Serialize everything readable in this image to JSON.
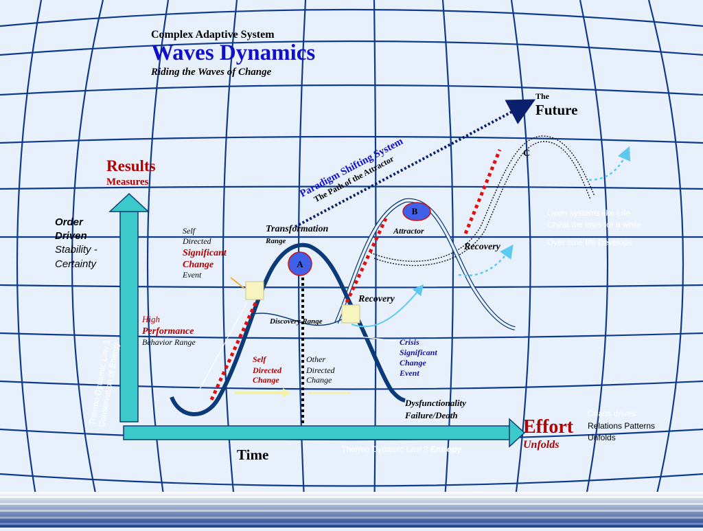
{
  "title": {
    "line1": "Complex Adaptive System",
    "line2": "Waves Dynamics",
    "line3": "Riding the Waves of Change"
  },
  "future": {
    "the": "The",
    "future": "Future"
  },
  "paradigm": {
    "main": "Paradigm Shifting System",
    "sub": "The Path of the Attractor"
  },
  "results": {
    "main": "Results",
    "sub": "Measures"
  },
  "order": {
    "line1": "Order",
    "line2": "Driven",
    "line3": "Stability -",
    "line4": "Certainty"
  },
  "thermo_vertical": {
    "line1": "Thermo Dynamic Law 1",
    "line2": "Conservation of Energy"
  },
  "self_directed_event": {
    "line1": "Self",
    "line2": "Directed",
    "line3": "Significant",
    "line4": "Change",
    "line5": "Event"
  },
  "transformation": {
    "main": "Transformation",
    "sub": "Range"
  },
  "attractor": "Attractor",
  "points": {
    "a": "A",
    "b": "B",
    "c": "C"
  },
  "recovery_upper": "Recovery",
  "recovery_lower": "Recovery",
  "open_systems": {
    "line1": "Open systems like Life",
    "line2": "Cheat the laws for a while",
    "line3": "Over time life Develops"
  },
  "high_performance": {
    "line1": "High",
    "line2": "Performance",
    "line3": "Behavior Range"
  },
  "discovery_range": "Discovery Range",
  "crisis": {
    "line1": "Crisis",
    "line2": "Significant",
    "line3": "Change",
    "line4": "Event"
  },
  "self_directed_change": {
    "line1": "Self",
    "line2": "Directed",
    "line3": "Change"
  },
  "other_directed_change": {
    "line1": "Other",
    "line2": "Directed",
    "line3": "Change"
  },
  "dysfunction": {
    "line1": "Dysfunctionality",
    "line2": "Failure/Death"
  },
  "effort": {
    "main": "Effort",
    "sub": "Unfolds"
  },
  "chaos": {
    "line1": "Chaos drives",
    "line2": "Relations Patterns",
    "line3": "Unfolds"
  },
  "thermo_horizontal": {
    "prefix": "Thermo Dynamic Law 2 ",
    "emph": "Entropy"
  },
  "time": "Time",
  "colors": {
    "background": "#e8f1fb",
    "grid": "#0d3a8a",
    "title_blue": "#1010c8",
    "navy": "#0a1f6e",
    "red": "#b00000",
    "teal": "#3cc9c9",
    "dotted_red": "#e01010",
    "curve": "#0a3a78"
  }
}
